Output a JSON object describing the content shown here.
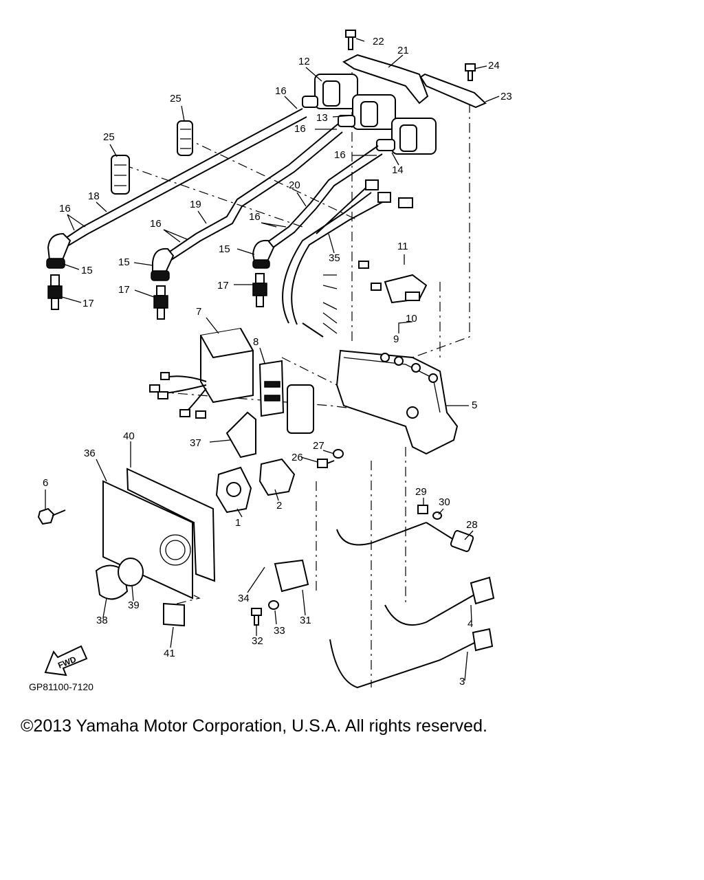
{
  "diagram": {
    "code": "GP81100-7120",
    "fwd_label": "FWD",
    "callouts": {
      "c1": "1",
      "c2": "2",
      "c3": "3",
      "c4": "4",
      "c5": "5",
      "c6": "6",
      "c7": "7",
      "c8": "8",
      "c9": "9",
      "c10": "10",
      "c11": "11",
      "c12": "12",
      "c13": "13",
      "c14": "14",
      "c15a": "15",
      "c15b": "15",
      "c15c": "15",
      "c16a": "16",
      "c16b": "16",
      "c16c": "16",
      "c16d": "16",
      "c16e": "16",
      "c16f": "16",
      "c17a": "17",
      "c17b": "17",
      "c17c": "17",
      "c18": "18",
      "c19": "19",
      "c20": "20",
      "c21": "21",
      "c22": "22",
      "c23": "23",
      "c24": "24",
      "c25a": "25",
      "c25b": "25",
      "c26": "26",
      "c27": "27",
      "c28": "28",
      "c29": "29",
      "c30": "30",
      "c31": "31",
      "c32": "32",
      "c33": "33",
      "c34": "34",
      "c35": "35",
      "c36": "36",
      "c37": "37",
      "c38": "38",
      "c39": "39",
      "c40": "40",
      "c41": "41"
    }
  },
  "footer": {
    "copyright": "©2013 Yamaha Motor Corporation, U.S.A. All rights reserved."
  }
}
